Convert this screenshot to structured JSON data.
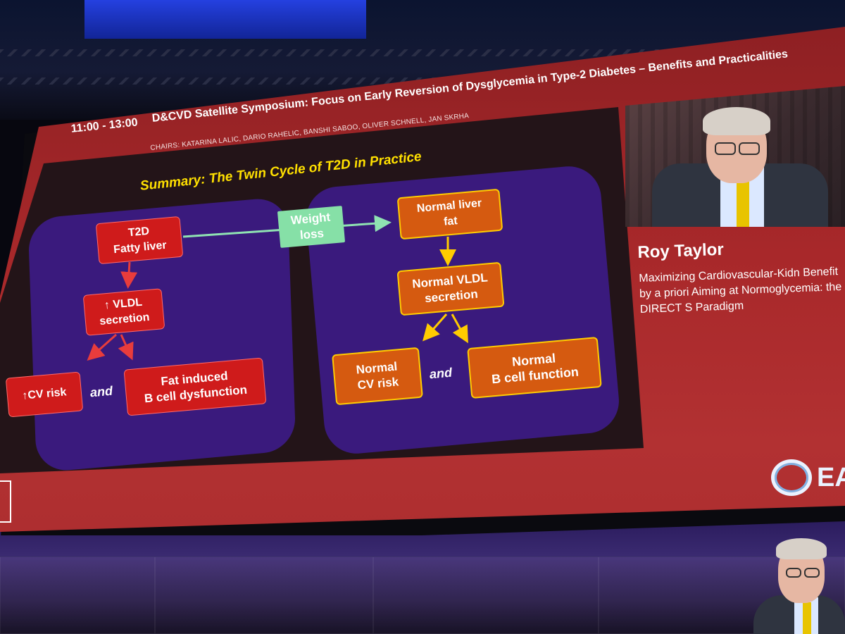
{
  "header": {
    "time": "11:00 - 13:00",
    "title": "D&CVD Satellite Symposium: Focus on Early Reversion of Dysglycemia in Type-2 Diabetes – Benefits and Practicalities",
    "chairs": "CHAIRS: KATARINA LALIC, DARIO RAHELIC, BANSHI SABOO, OLIVER SCHNELL, JAN SKRHA"
  },
  "slide": {
    "title": "Summary:  The Twin Cycle of T2D in Practice",
    "left": {
      "box1": [
        "T2D",
        "Fatty liver"
      ],
      "box2": [
        "↑ VLDL",
        "secretion"
      ],
      "box3": "↑CV risk",
      "and": "and",
      "box4": [
        "Fat induced",
        "B cell dysfunction"
      ]
    },
    "connector": [
      "Weight",
      "loss"
    ],
    "right": {
      "box1": [
        "Normal liver",
        "fat"
      ],
      "box2": [
        "Normal VLDL",
        "secretion"
      ],
      "box3": [
        "Normal",
        "CV risk"
      ],
      "and": "and",
      "box4": [
        "Normal",
        "B cell function"
      ]
    }
  },
  "speaker": {
    "name": "Roy Taylor",
    "talk": "Maximizing Cardiovascular-Kidn Benefit by a priori Aiming at Normoglycemia: the DIRECT S Paradigm"
  },
  "logo": {
    "text": "EA"
  },
  "colors": {
    "screen_red": "#a8282a",
    "panel_purple": "#3a1a7d",
    "box_red": "#cf1b1b",
    "box_orange": "#d55a10",
    "title_yellow": "#ffe000",
    "arrow_green": "#86e0a7"
  }
}
